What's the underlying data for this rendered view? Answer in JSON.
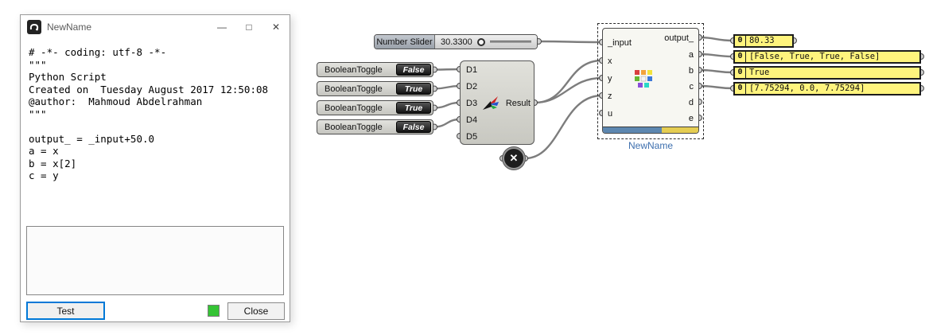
{
  "colors": {
    "accent_blue": "#0078d7",
    "panel_yellow": "#fff47d",
    "status_green": "#35c435",
    "component_name_blue": "#3d6fae",
    "wire_gray": "#7d7d7d"
  },
  "window": {
    "title": "NewName",
    "controls": {
      "minimize": "—",
      "maximize": "□",
      "close": "✕"
    },
    "code": "# -*- coding: utf-8 -*-\n\"\"\"\nPython Script\nCreated on  Tuesday August 2017 12:50:08\n@author:  Mahmoud Abdelrahman\n\"\"\"\n\noutput_ = _input+50.0\na = x\nb = x[2]\nc = y",
    "buttons": {
      "test": "Test",
      "close": "Close"
    }
  },
  "canvas": {
    "slider": {
      "label": "Number Slider",
      "value": "30.3300"
    },
    "toggles": [
      {
        "label": "BooleanToggle",
        "value": "False"
      },
      {
        "label": "BooleanToggle",
        "value": "True"
      },
      {
        "label": "BooleanToggle",
        "value": "True"
      },
      {
        "label": "BooleanToggle",
        "value": "False"
      }
    ],
    "merge": {
      "inputs": [
        "D1",
        "D2",
        "D3",
        "D4",
        "D5"
      ],
      "output": "Result"
    },
    "python": {
      "name": "NewName",
      "inputs": [
        "_input",
        "x",
        "y",
        "z",
        "u"
      ],
      "outputs": [
        "output_",
        "a",
        "b",
        "c",
        "d",
        "e"
      ]
    },
    "button_glyph": "✕",
    "panels": [
      {
        "index": "0",
        "text": "80.33"
      },
      {
        "index": "0",
        "text": "[False, True, True, False]"
      },
      {
        "index": "0",
        "text": "True"
      },
      {
        "index": "0",
        "text": "[7.75294, 0.0, 7.75294]"
      }
    ]
  }
}
